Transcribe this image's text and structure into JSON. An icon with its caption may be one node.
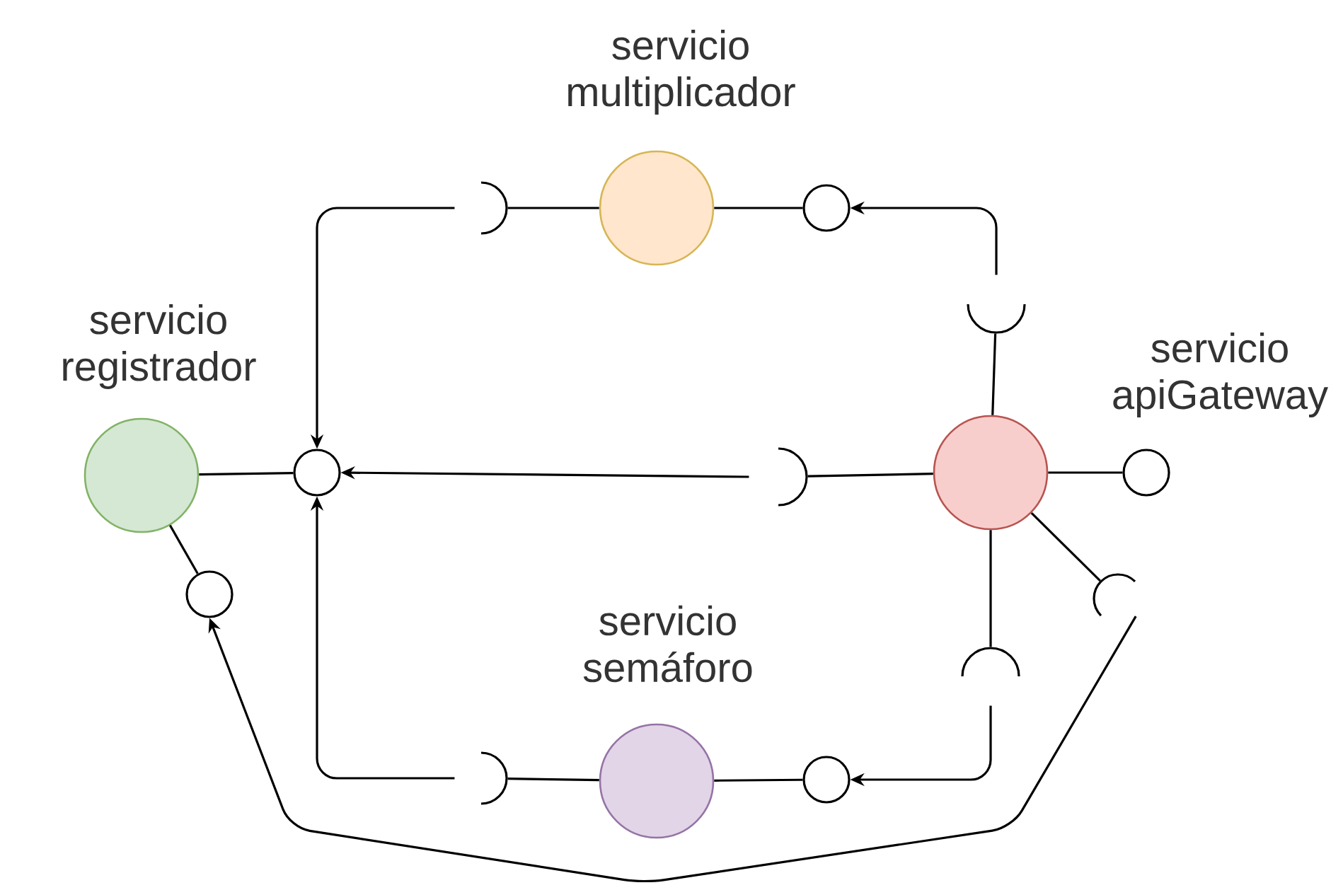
{
  "diagram": {
    "nodes": [
      {
        "text": [
          "servicio multiplicador"
        ]
      },
      {
        "text": [],
        "shape": "arc"
      },
      {
        "text": [],
        "shape": "circle"
      },
      {
        "text": [
          "servicio registrador"
        ]
      },
      {
        "text": [],
        "shape": "circle"
      },
      {
        "text": [
          "servicio apiGateway"
        ]
      },
      {
        "text": [],
        "shape": "arc"
      },
      {
        "text": [],
        "shape": "arc"
      },
      {
        "text": [],
        "shape": "circle"
      },
      {
        "text": [],
        "shape": "circle"
      },
      {
        "text": [],
        "shape": "arc"
      },
      {
        "text": [],
        "shape": "arc"
      },
      {
        "text": [
          "servicio semáforo"
        ]
      },
      {
        "text": [],
        "shape": "arc"
      },
      {
        "text": [],
        "shape": "circle"
      }
    ],
    "edges": [
      {
        "from": 0,
        "to": 1,
        "arrow": "none"
      },
      {
        "from": 0,
        "to": 2,
        "arrow": "none"
      },
      {
        "from": 3,
        "to": 4,
        "arrow": "none"
      },
      {
        "from": 3,
        "to": 9,
        "arrow": "none"
      },
      {
        "from": 5,
        "to": 6,
        "arrow": "none"
      },
      {
        "from": 5,
        "to": 7,
        "arrow": "none"
      },
      {
        "from": 5,
        "to": 8,
        "arrow": "none"
      },
      {
        "from": 5,
        "to": 10,
        "arrow": "none"
      },
      {
        "from": 5,
        "to": 11,
        "arrow": "none"
      },
      {
        "from": 12,
        "to": 13,
        "arrow": "none"
      },
      {
        "from": 12,
        "to": 14,
        "arrow": "none"
      },
      {
        "from": 1,
        "to": 4,
        "arrow": "to"
      },
      {
        "from": 7,
        "to": 4,
        "arrow": "to"
      },
      {
        "from": 13,
        "to": 4,
        "arrow": "to"
      },
      {
        "from": 6,
        "to": 2,
        "arrow": "to"
      },
      {
        "from": 11,
        "to": 14,
        "arrow": "to"
      },
      {
        "from": 10,
        "to": 9,
        "arrow": "to"
      }
    ]
  }
}
